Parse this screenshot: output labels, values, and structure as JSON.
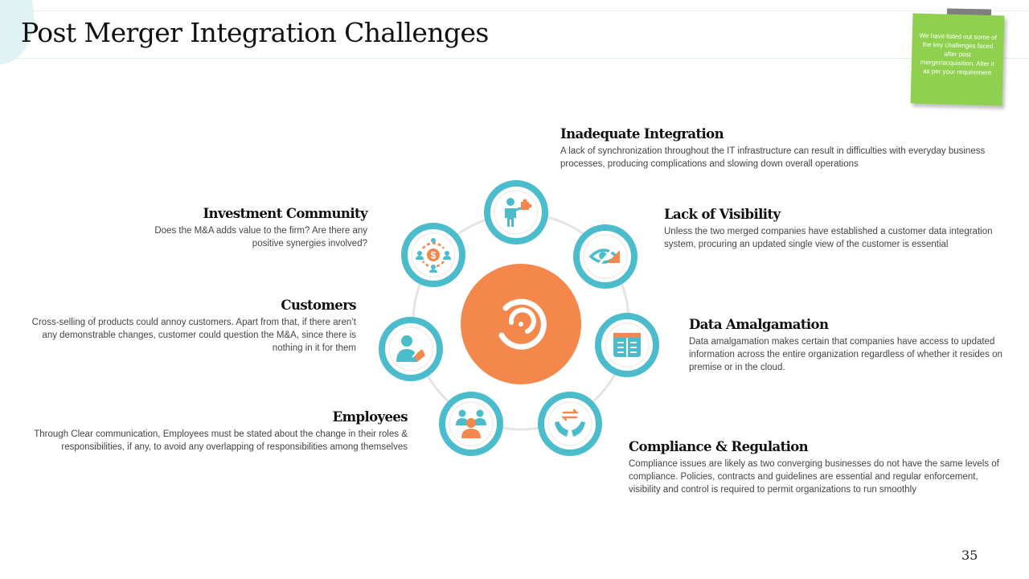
{
  "title": "Post Merger Integration Challenges",
  "note": "We have listed out some of the key challenges faced after post merger/acquisition. Alter it as per your requirement",
  "page_number": "35",
  "colors": {
    "teal": "#4bbccb",
    "orange": "#f4874b",
    "note_green": "#8fd14f"
  },
  "center_icon": "target-ring-icon",
  "challenges": [
    {
      "key": "inadequate",
      "heading": "Inadequate Integration",
      "text": "A lack of synchronization throughout the IT infrastructure can result in difficulties with everyday business processes, producing complications and slowing down overall operations",
      "icon": "puzzle-person-icon"
    },
    {
      "key": "visibility",
      "heading": "Lack of Visibility",
      "text": "Unless the two merged companies have established a customer data integration system, procuring an updated single view of the customer is essential",
      "icon": "eye-slash-icon"
    },
    {
      "key": "data",
      "heading": "Data Amalgamation",
      "text": "Data amalgamation makes certain that companies have access to updated information across the entire organization regardless of whether it resides on premise or in the cloud.",
      "icon": "data-panels-icon"
    },
    {
      "key": "compliance",
      "heading": "Compliance & Regulation",
      "text": "Compliance issues are likely as two converging businesses do not have the same levels of compliance. Policies, contracts and guidelines are essential and regular enforcement, visibility and control is required to permit organizations to run smoothly",
      "icon": "hands-exchange-icon"
    },
    {
      "key": "employees",
      "heading": "Employees",
      "text": "Through Clear communication, Employees must be stated about the change in their roles & responsibilities, if any, to avoid any overlapping of responsibilities among themselves",
      "icon": "team-icon"
    },
    {
      "key": "customers",
      "heading": "Customers",
      "text": "Cross-selling of products could annoy customers. Apart from that, if there aren’t any demonstrable changes, customer could question the M&A, since there is nothing in it for them",
      "icon": "customer-icon"
    },
    {
      "key": "investment",
      "heading": "Investment Community",
      "text": "Does the M&A adds value to the firm? Are there any positive synergies involved?",
      "icon": "investor-network-icon"
    }
  ]
}
